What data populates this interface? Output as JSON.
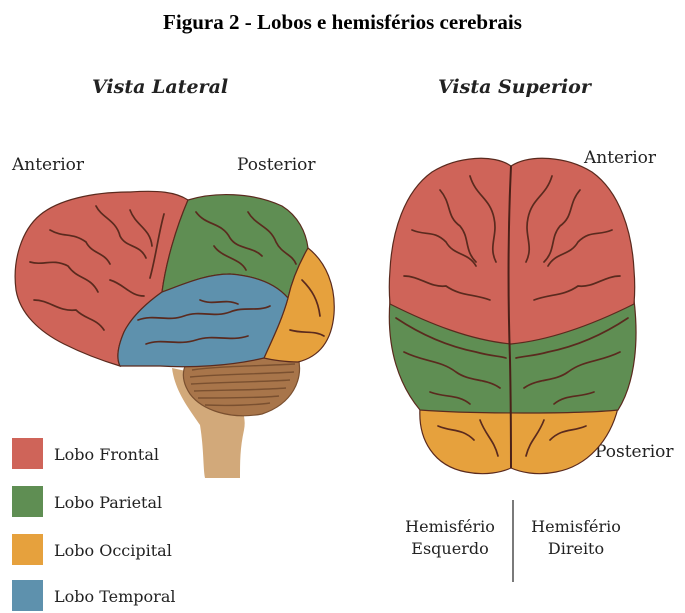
{
  "figure_title": "Figura 2 - Lobos e hemisférios cerebrais",
  "lateral": {
    "title": "Vista Lateral",
    "anterior_label": "Anterior",
    "posterior_label": "Posterior"
  },
  "superior": {
    "title": "Vista Superior",
    "anterior_label": "Anterior",
    "posterior_label": "Posterior",
    "left_hemisphere": [
      "Hemisfério",
      "Esquerdo"
    ],
    "right_hemisphere": [
      "Hemisfério",
      "Direito"
    ]
  },
  "legend": [
    {
      "label": "Lobo Frontal",
      "color": "#cf6459"
    },
    {
      "label": "Lobo Parietal",
      "color": "#5f8e53"
    },
    {
      "label": "Lobo Occipital",
      "color": "#e6a13d"
    },
    {
      "label": "Lobo Temporal",
      "color": "#5e91ad"
    }
  ],
  "colors": {
    "cerebellum": "#a8754a",
    "brainstem": "#d2a97a",
    "sulci": "#5a2a1e"
  }
}
